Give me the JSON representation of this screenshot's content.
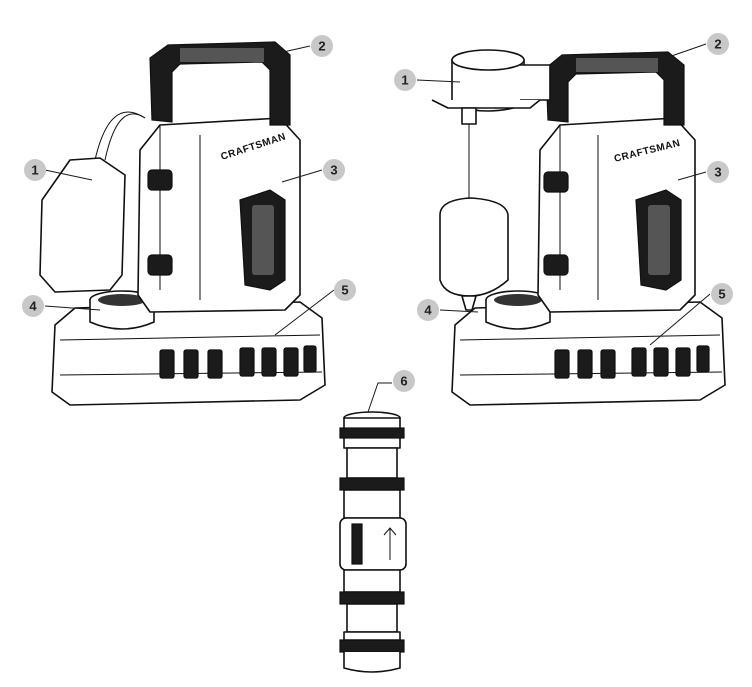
{
  "figure": {
    "brand_label": "CRAFTSMAN",
    "pumps": [
      {
        "id": "left",
        "callouts": [
          "1",
          "2",
          "3",
          "4",
          "5"
        ]
      },
      {
        "id": "right",
        "callouts": [
          "1",
          "2",
          "3",
          "4",
          "5"
        ]
      }
    ],
    "check_valve": {
      "callouts": [
        "6"
      ]
    }
  }
}
